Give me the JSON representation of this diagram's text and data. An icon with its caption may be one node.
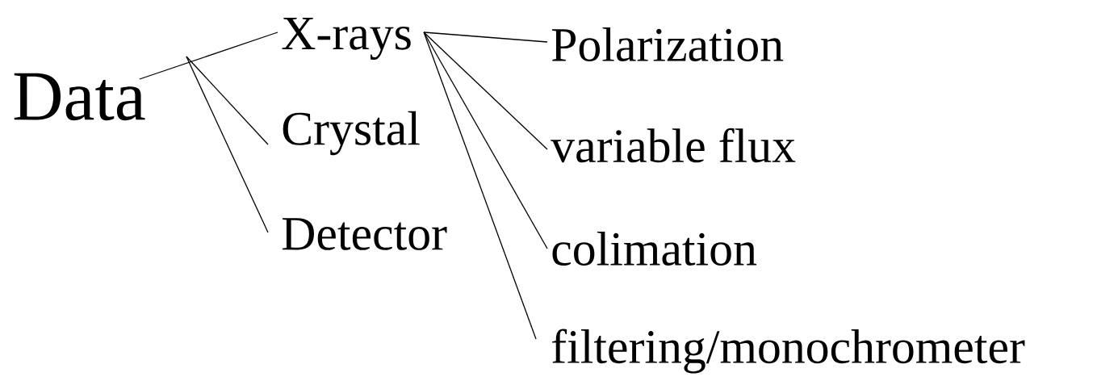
{
  "diagram": {
    "nodes": [
      {
        "text": [
          "Data"
        ]
      },
      {
        "text": [
          "X-rays"
        ]
      },
      {
        "text": [
          "Crystal"
        ]
      },
      {
        "text": [
          "Detector"
        ]
      },
      {
        "text": [
          "Polarization"
        ]
      },
      {
        "text": [
          "variable flux"
        ]
      },
      {
        "text": [
          "colimation"
        ]
      },
      {
        "text": [
          "filtering/monochrometer"
        ]
      }
    ],
    "edges": [
      {
        "from": 0,
        "to": 1,
        "arrow": "none"
      },
      {
        "from": 0,
        "to": 2,
        "arrow": "none"
      },
      {
        "from": 0,
        "to": 3,
        "arrow": "none"
      },
      {
        "from": 1,
        "to": 4,
        "arrow": "none"
      },
      {
        "from": 1,
        "to": 5,
        "arrow": "none"
      },
      {
        "from": 1,
        "to": 6,
        "arrow": "none"
      },
      {
        "from": 1,
        "to": 7,
        "arrow": "none"
      }
    ]
  }
}
